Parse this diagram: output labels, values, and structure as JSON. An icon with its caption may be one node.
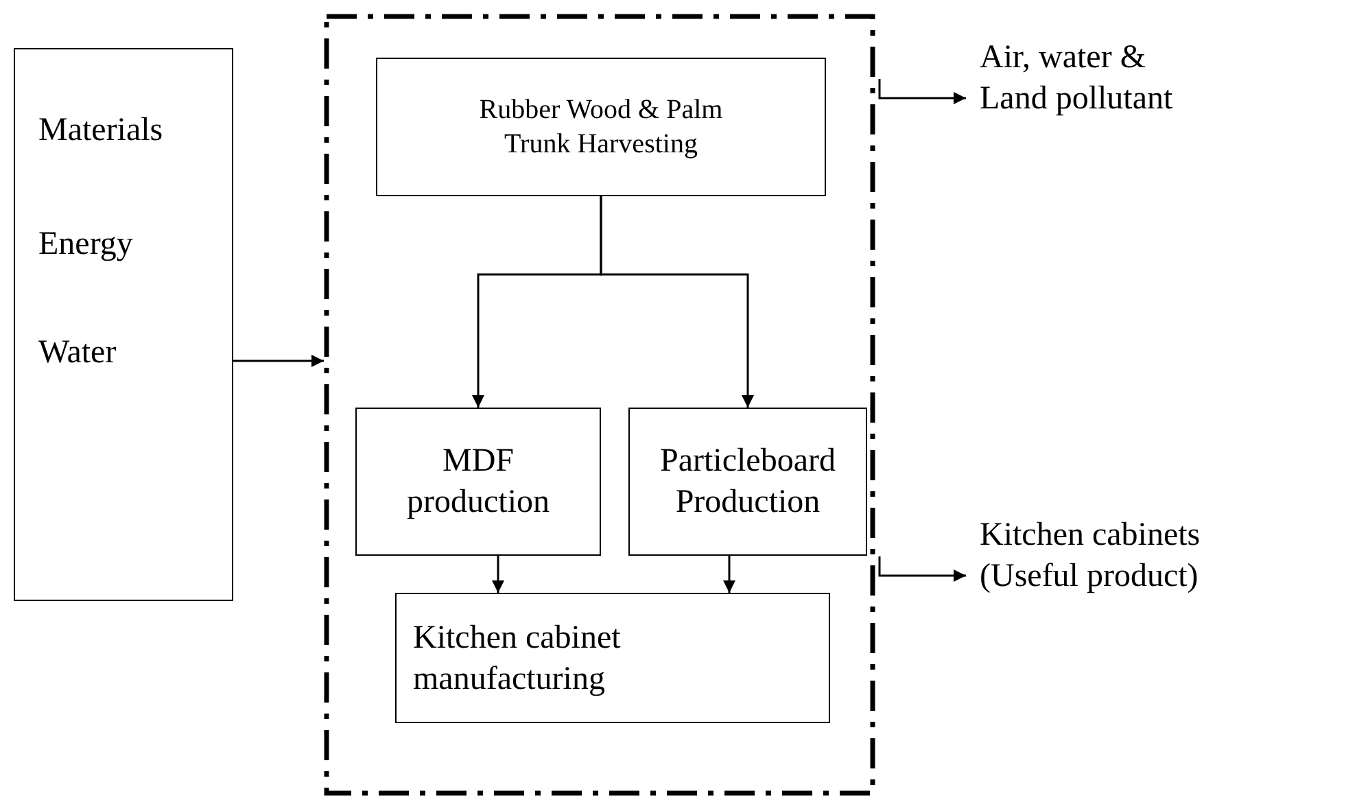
{
  "diagram": {
    "nodes": [
      {
        "text": [
          "Materials",
          "Energy",
          "Water"
        ]
      },
      {
        "text": [],
        "shape": "box"
      },
      {
        "text": [
          "Rubber Wood & Palm Trunk Harvesting"
        ],
        "in": 1
      },
      {
        "text": [
          "MDF production"
        ],
        "in": 1
      },
      {
        "text": [
          "Particleboard Production"
        ],
        "in": 1
      },
      {
        "text": [
          "Kitchen cabinet manufacturing"
        ],
        "in": 1
      },
      {
        "text": [
          "Air, water & Land pollutant"
        ]
      },
      {
        "text": [
          "Kitchen cabinets (Useful product)"
        ]
      }
    ],
    "edges": [
      {
        "from": 0,
        "to": 1,
        "arrow": "to"
      },
      {
        "from": 2,
        "to": 3,
        "arrow": "to"
      },
      {
        "from": 2,
        "to": 4,
        "arrow": "to"
      },
      {
        "from": 3,
        "to": 5,
        "arrow": "to"
      },
      {
        "from": 4,
        "to": 5,
        "arrow": "to"
      },
      {
        "from": 1,
        "to": 6,
        "arrow": "to"
      },
      {
        "from": 1,
        "to": 7,
        "arrow": "to"
      }
    ]
  }
}
